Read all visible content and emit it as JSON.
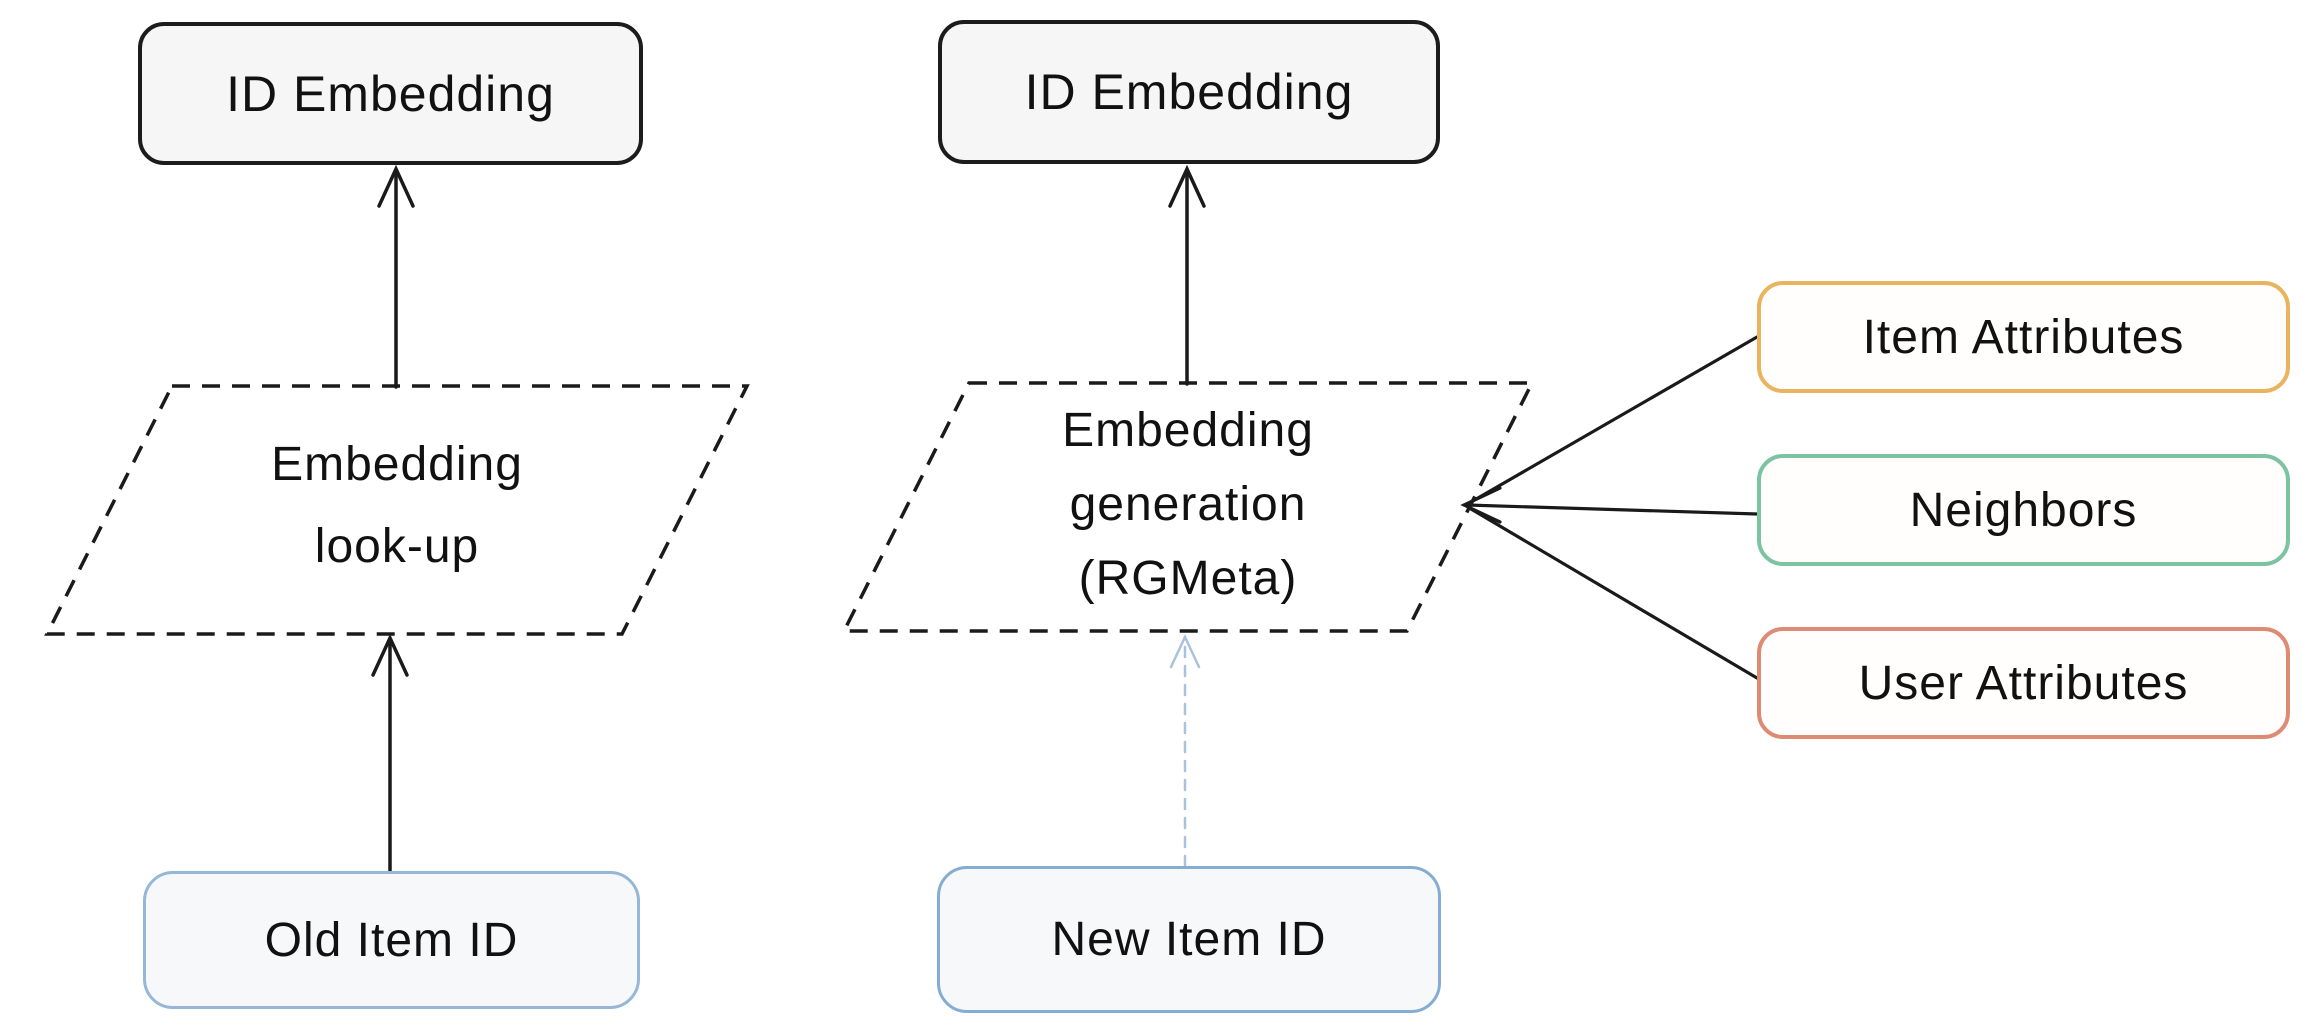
{
  "colors": {
    "background": "#ffffff",
    "dark_box_border": "#1c1c1c",
    "item_id_box_border": "#96b7d7",
    "new_item_id_box_border": "#85acd2",
    "item_attributes_border": "#eab35e",
    "neighbors_border": "#7cc4a1",
    "user_attributes_border": "#dd8b74",
    "arrow": "#1a1a1a",
    "dashed_blue_arrow": "#a9c3dc",
    "text": "#111111"
  },
  "left_flow": {
    "id_embedding_label": "ID Embedding",
    "lookup_line1": "Embedding",
    "lookup_line2": "look-up",
    "old_item_id_label": "Old Item ID"
  },
  "right_flow": {
    "id_embedding_label": "ID Embedding",
    "generation_line1": "Embedding",
    "generation_line2": "generation",
    "generation_line3": "(RGMeta)",
    "new_item_id_label": "New Item ID",
    "inputs": [
      {
        "label": "Item Attributes",
        "border_color": "#eab35e"
      },
      {
        "label": "Neighbors",
        "border_color": "#7cc4a1"
      },
      {
        "label": "User Attributes",
        "border_color": "#dd8b74"
      }
    ]
  }
}
